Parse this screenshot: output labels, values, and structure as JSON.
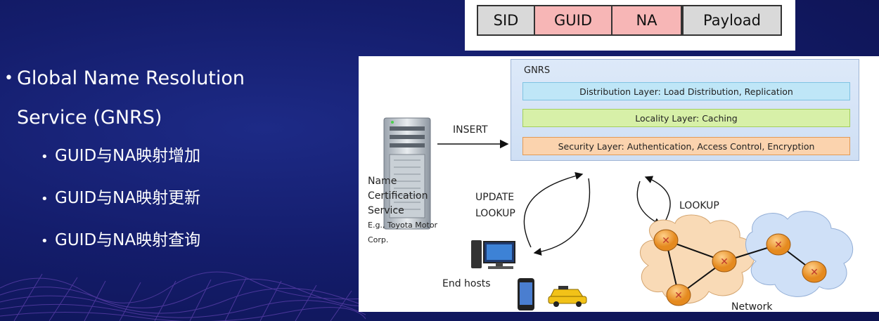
{
  "bullets": {
    "main_line1": "Global Name Resolution",
    "main_line2": "Service (GNRS)",
    "sub": [
      "GUID与NA映射增加",
      "GUID与NA映射更新",
      "GUID与NA映射查询"
    ]
  },
  "packet_header": {
    "fields": [
      "SID",
      "GUID",
      "NA",
      "Payload"
    ],
    "colors": {
      "plain": "#d9d9d9",
      "highlight": "#f7b6b6"
    }
  },
  "diagram": {
    "gnrs_title": "GNRS",
    "layers": [
      "Distribution Layer: Load Distribution, Replication",
      "Locality Layer: Caching",
      "Security Layer: Authentication, Access Control, Encryption"
    ],
    "layer_colors": [
      "#bfe6f7",
      "#d7f0a8",
      "#fbd3ae"
    ],
    "insert_label": "INSERT",
    "update_label": "UPDATE",
    "lookup_label_left": "LOOKUP",
    "lookup_label_right": "LOOKUP",
    "cert_service_line1": "Name",
    "cert_service_line2": "Certification",
    "cert_service_line3": "Service",
    "cert_example_line1": "E.g., Toyota Motor",
    "cert_example_line2": "Corp.",
    "end_hosts_label": "End hosts",
    "network_label": "Network"
  }
}
